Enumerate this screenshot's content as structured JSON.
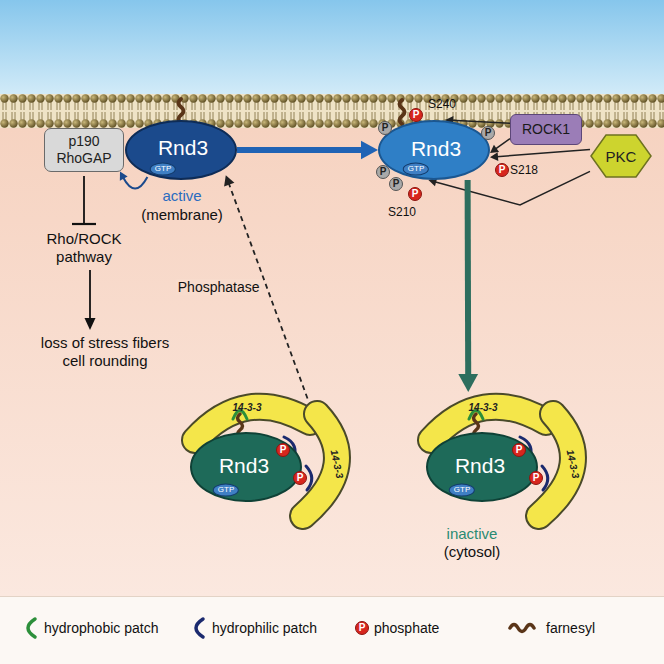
{
  "diagram": {
    "nodes": [
      {
        "text": [
          "p190 RhoGAP"
        ]
      },
      {
        "text": [
          "Rnd3",
          "GTP",
          "active",
          "(membrane)"
        ]
      },
      {
        "text": [
          "Rnd3",
          "GTP"
        ]
      },
      {
        "text": [
          "ROCK1"
        ]
      },
      {
        "text": [
          "PKC"
        ]
      },
      {
        "text": [
          "14-3-3",
          "14-3-3"
        ]
      },
      {
        "text": [
          "Rnd3",
          "GTP"
        ]
      },
      {
        "text": [
          "14-3-3",
          "14-3-3"
        ]
      },
      {
        "text": [
          "Rnd3",
          "GTP"
        ]
      }
    ],
    "edges": [
      {
        "from": 1,
        "to": 0,
        "arrow": "to"
      },
      {
        "from": 1,
        "to": 2,
        "arrow": "to"
      },
      {
        "from": 3,
        "to": 2,
        "arrow": "to"
      },
      {
        "from": 3,
        "to": 2,
        "arrow": "to"
      },
      {
        "from": 4,
        "to": 2,
        "arrow": "to"
      },
      {
        "from": 4,
        "to": 2,
        "arrow": "to"
      },
      {
        "from": 2,
        "to": 7,
        "arrow": "to"
      },
      {
        "from": 5,
        "to": 1,
        "label": "Phosphatase",
        "arrow": "to"
      }
    ],
    "labels": [
      "Rho/ROCK pathway",
      "loss of stress fibers cell rounding",
      "P",
      "P",
      "P",
      "P",
      "P",
      "S240",
      "P",
      "S218",
      "P",
      "S210",
      "P",
      "P",
      "P",
      "P",
      "inactive",
      "(cytosol)",
      "P"
    ],
    "legend": [
      {
        "text": "hydrophobic patch"
      },
      {
        "text": "hydrophilic patch"
      },
      {
        "text": "phosphate"
      },
      {
        "text": "farnesyl"
      }
    ]
  }
}
